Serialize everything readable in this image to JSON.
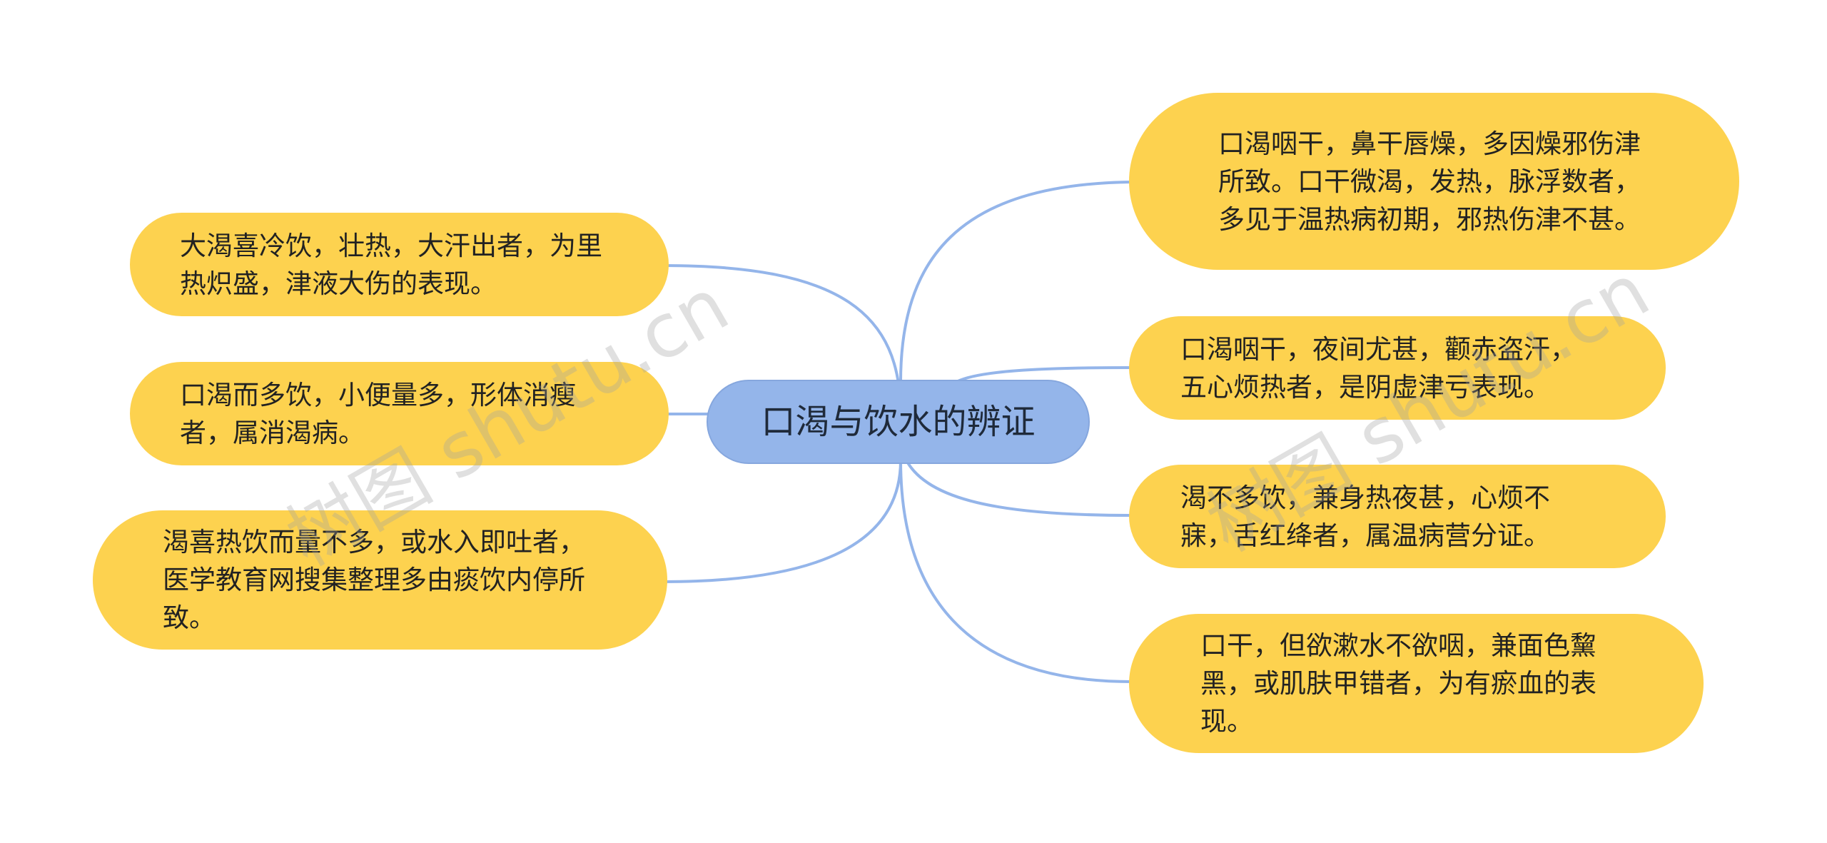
{
  "colors": {
    "branch_fill": "#fdd24f",
    "center_fill": "#94b5ea",
    "connector": "#94b5ea"
  },
  "center": {
    "label": "口渴与饮水的辨证"
  },
  "left_branches": [
    {
      "text": "大渴喜冷饮，壮热，大汗出者，为里热炽盛，津液大伤的表现。"
    },
    {
      "text": "口渴而多饮，小便量多，形体消瘦者，属消渴病。"
    },
    {
      "text": "渴喜热饮而量不多，或水入即吐者，医学教育网搜集整理多由痰饮内停所致。"
    }
  ],
  "right_branches": [
    {
      "text": "口渴咽干，鼻干唇燥，多因燥邪伤津所致。口干微渴，发热，脉浮数者，多见于温热病初期，邪热伤津不甚。"
    },
    {
      "text": "口渴咽干，夜间尤甚，颧赤盗汗，五心烦热者，是阴虚津亏表现。"
    },
    {
      "text": "渴不多饮，兼身热夜甚，心烦不寐，舌红绛者，属温病营分证。"
    },
    {
      "text": "口干，但欲漱水不欲咽，兼面色黧黑，或肌肤甲错者，为有瘀血的表现。"
    }
  ],
  "watermarks": [
    "树图 shutu.cn",
    "树图 shutu.cn"
  ]
}
